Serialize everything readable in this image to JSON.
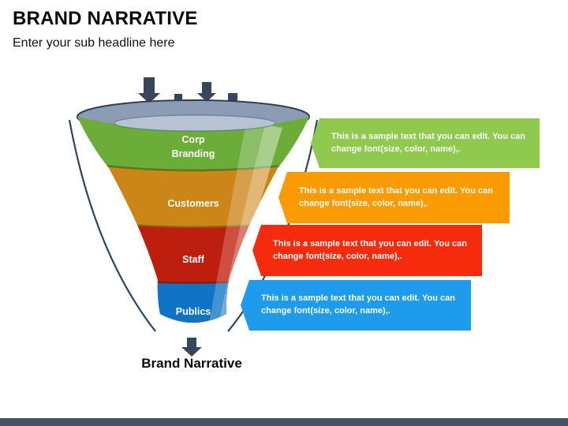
{
  "slide": {
    "title": "BRAND NARRATIVE",
    "subtitle": "Enter your sub headline here"
  },
  "funnel": {
    "stages": [
      {
        "name": "Corp Branding",
        "line1": "Corp",
        "line2": "Branding",
        "fill": "#6CAD3A",
        "callout_fill": "#8FC94E"
      },
      {
        "name": "Customers",
        "fill": "#CC8517",
        "callout_fill": "#F99B01"
      },
      {
        "name": "Staff",
        "fill": "#BE1E0E",
        "callout_fill": "#F62A0C"
      },
      {
        "name": "Publics",
        "fill": "#0F74C6",
        "callout_fill": "#1E9BEA"
      }
    ],
    "output_label": "Brand Narrative"
  },
  "callouts": [
    {
      "text": "This is a sample text that you can edit. You can change font(size, color, name),."
    },
    {
      "text": "This is a sample text that you can edit. You can change font(size, color, name),."
    },
    {
      "text": "This is a sample text that you can edit. You can change font(size, color, name),."
    },
    {
      "text": "This is a sample text that you can edit. You can change font(size, color, name),."
    }
  ],
  "colors": {
    "inflow_arrow": "#36465B",
    "funnel_rim": "#8C9CB5",
    "funnel_rim_inner": "#B6C3D4",
    "outline": "#2C3F58",
    "footer_bar": "#44526B"
  }
}
